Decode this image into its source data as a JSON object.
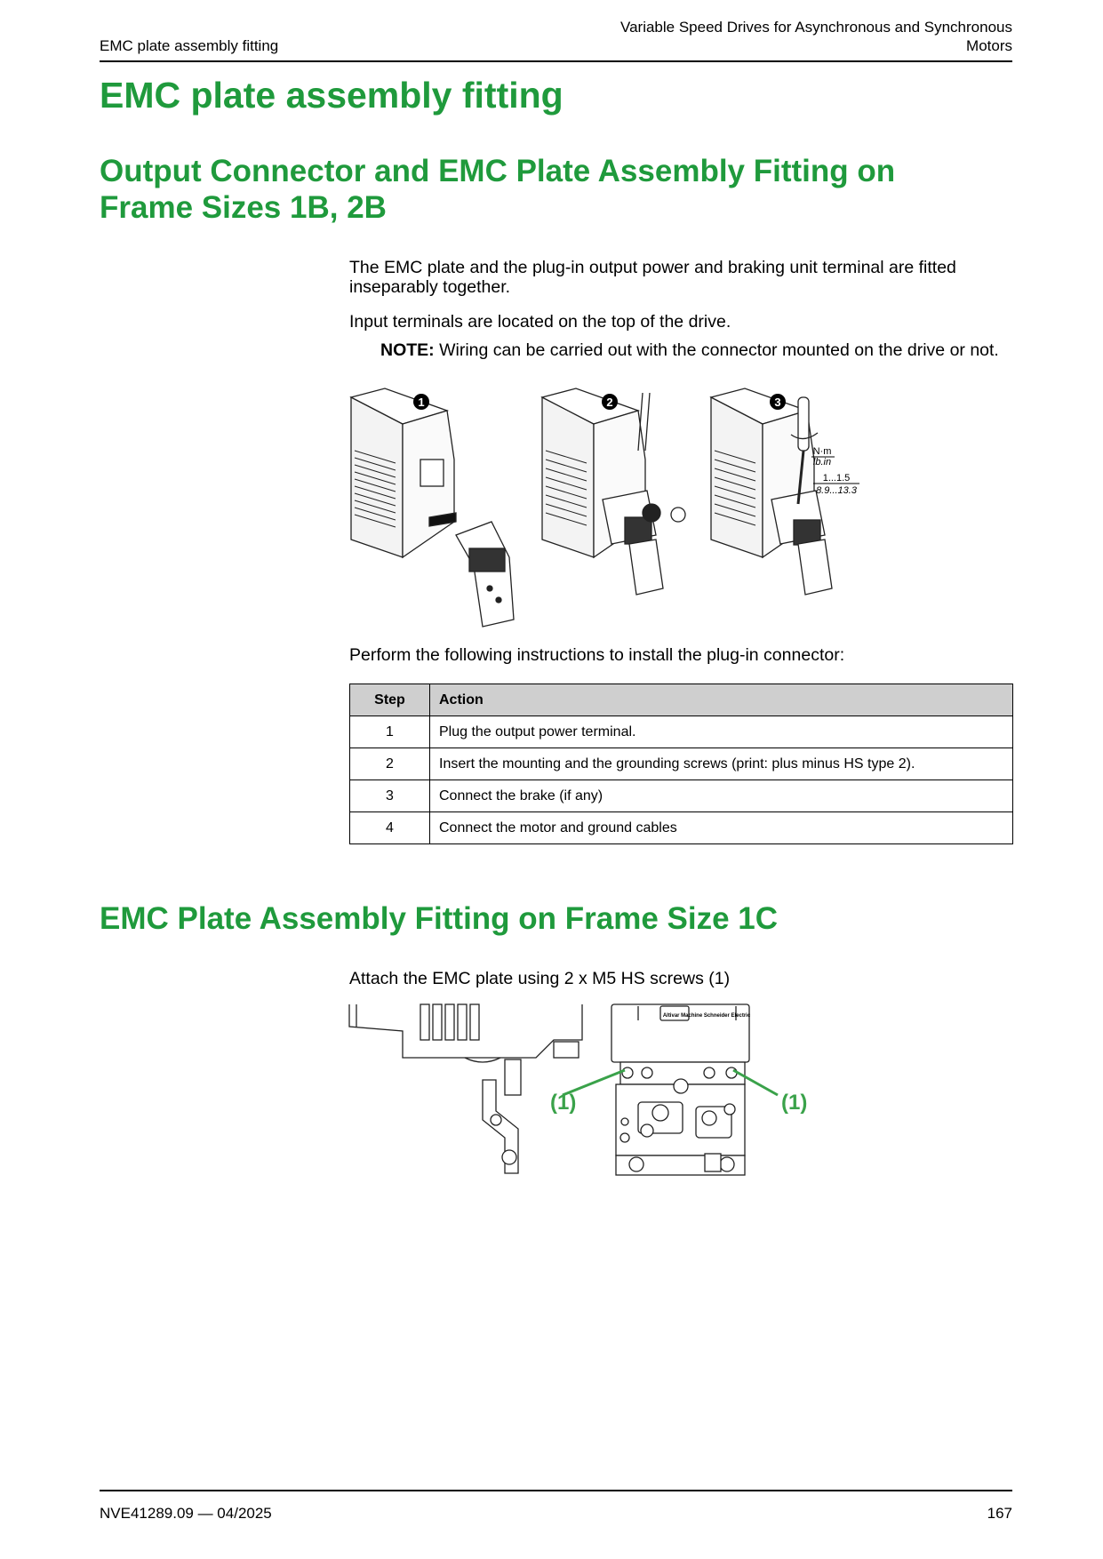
{
  "header": {
    "left": "EMC plate assembly fitting",
    "right_line1": "Variable Speed Drives for Asynchronous and Synchronous",
    "right_line2": "Motors"
  },
  "title": "EMC plate assembly fitting",
  "section1": {
    "heading": "Output Connector and EMC Plate Assembly Fitting on Frame Sizes 1B, 2B",
    "para1": "The EMC plate and the plug-in output power and braking unit terminal are fitted inseparably together.",
    "para2": "Input terminals are located on the top of the drive.",
    "note_label": "NOTE:",
    "note_text": " Wiring can be carried out with the connector mounted on the drive or not.",
    "figure": {
      "callouts": [
        "1",
        "2",
        "3"
      ],
      "torque_unit_top": "N·m",
      "torque_unit_bottom": "lb.in",
      "torque_value_nm": "1...1.5",
      "torque_value_lbin": "8.9...13.3"
    },
    "instruction": "Perform the following instructions to install the plug-in connector:",
    "table": {
      "headers": [
        "Step",
        "Action"
      ],
      "rows": [
        {
          "step": "1",
          "action": "Plug the output power terminal."
        },
        {
          "step": "2",
          "action": "Insert the mounting and the grounding screws (print: plus minus HS type 2)."
        },
        {
          "step": "3",
          "action": "Connect the brake (if any)"
        },
        {
          "step": "4",
          "action": "Connect the motor and ground cables"
        }
      ]
    }
  },
  "section2": {
    "heading": "EMC Plate Assembly Fitting on Frame Size 1C",
    "para": "Attach the EMC plate using 2 x M5 HS screws (1)",
    "figure": {
      "label_left": "(1)",
      "label_right": "(1)",
      "logo_left": "Altivar Machine",
      "logo_right": "Schneider Electric"
    }
  },
  "footer": {
    "doc_id": "NVE41289.09 — 04/2025",
    "page_number": "167"
  },
  "colors": {
    "heading_green": "#1f9a3c",
    "callout_green": "#3aa24a",
    "table_header_gray": "#cfcfcf"
  }
}
